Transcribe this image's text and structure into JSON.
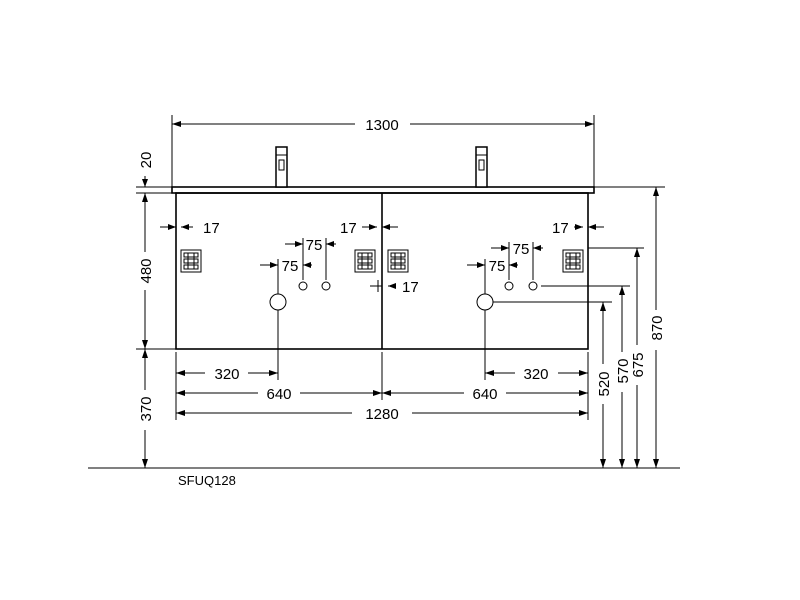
{
  "model_code": "SFUQ128",
  "dimensions": {
    "overall_width": "1300",
    "top_thickness": "20",
    "cabinet_width": "1280",
    "half_width_left": "640",
    "half_width_right": "640",
    "drain_offset_left": "320",
    "drain_offset_right": "320",
    "cabinet_height": "480",
    "floor_clearance": "370",
    "total_height": "870",
    "height_675": "675",
    "height_570": "570",
    "height_520": "520",
    "bracket_offset_a": "17",
    "bracket_offset_b": "17",
    "bracket_offset_c": "17",
    "bracket_offset_d": "17",
    "hole_spacing_left_upper": "75",
    "hole_spacing_left_lower": "75",
    "hole_spacing_right_upper": "75",
    "hole_spacing_right_lower": "75"
  }
}
